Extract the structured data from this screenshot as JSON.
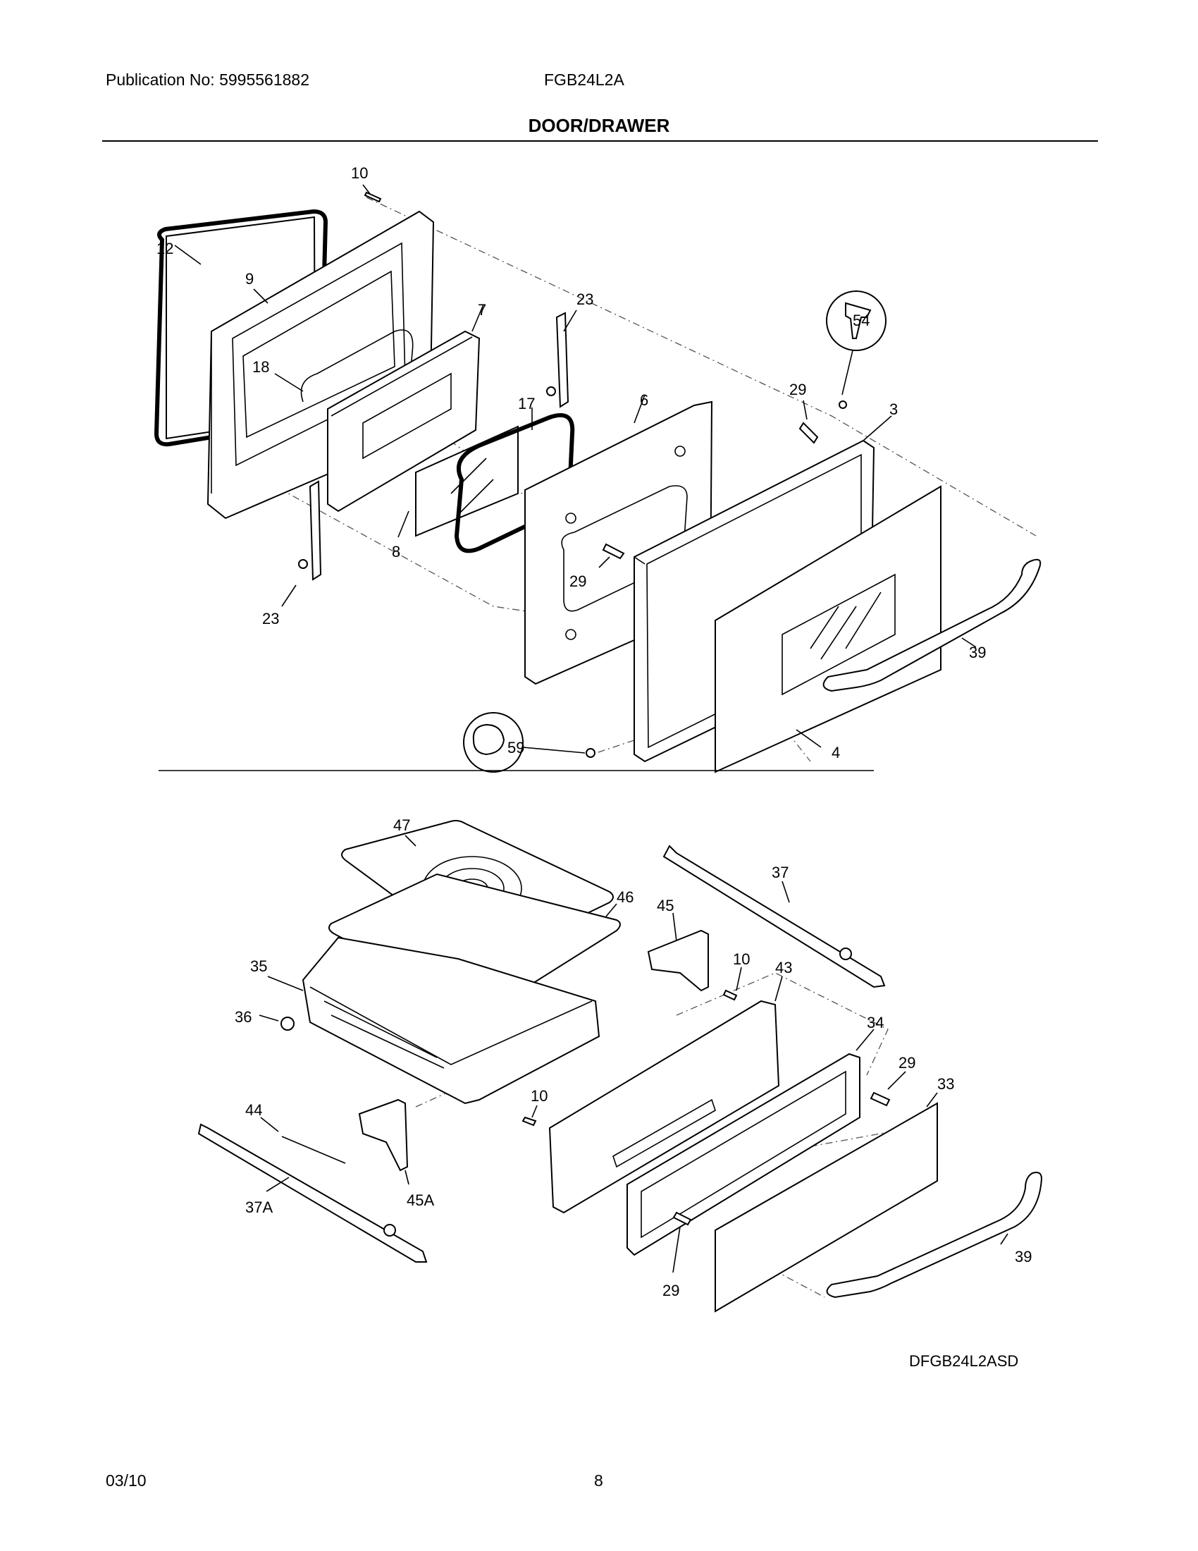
{
  "header": {
    "publication": "Publication No: 5995561882",
    "model": "FGB24L2A",
    "title": "DOOR/DRAWER"
  },
  "callouts": [
    "10",
    "12",
    "9",
    "7",
    "23",
    "54",
    "29",
    "3",
    "18",
    "17",
    "6",
    "8",
    "29",
    "39",
    "23",
    "59",
    "4",
    "47",
    "37",
    "46",
    "45",
    "10",
    "43",
    "35",
    "36",
    "34",
    "29",
    "33",
    "10",
    "44",
    "45A",
    "37A",
    "39",
    "29"
  ],
  "figure_id": "DFGB24L2ASD",
  "footer": {
    "date": "03/10",
    "page": "8"
  }
}
